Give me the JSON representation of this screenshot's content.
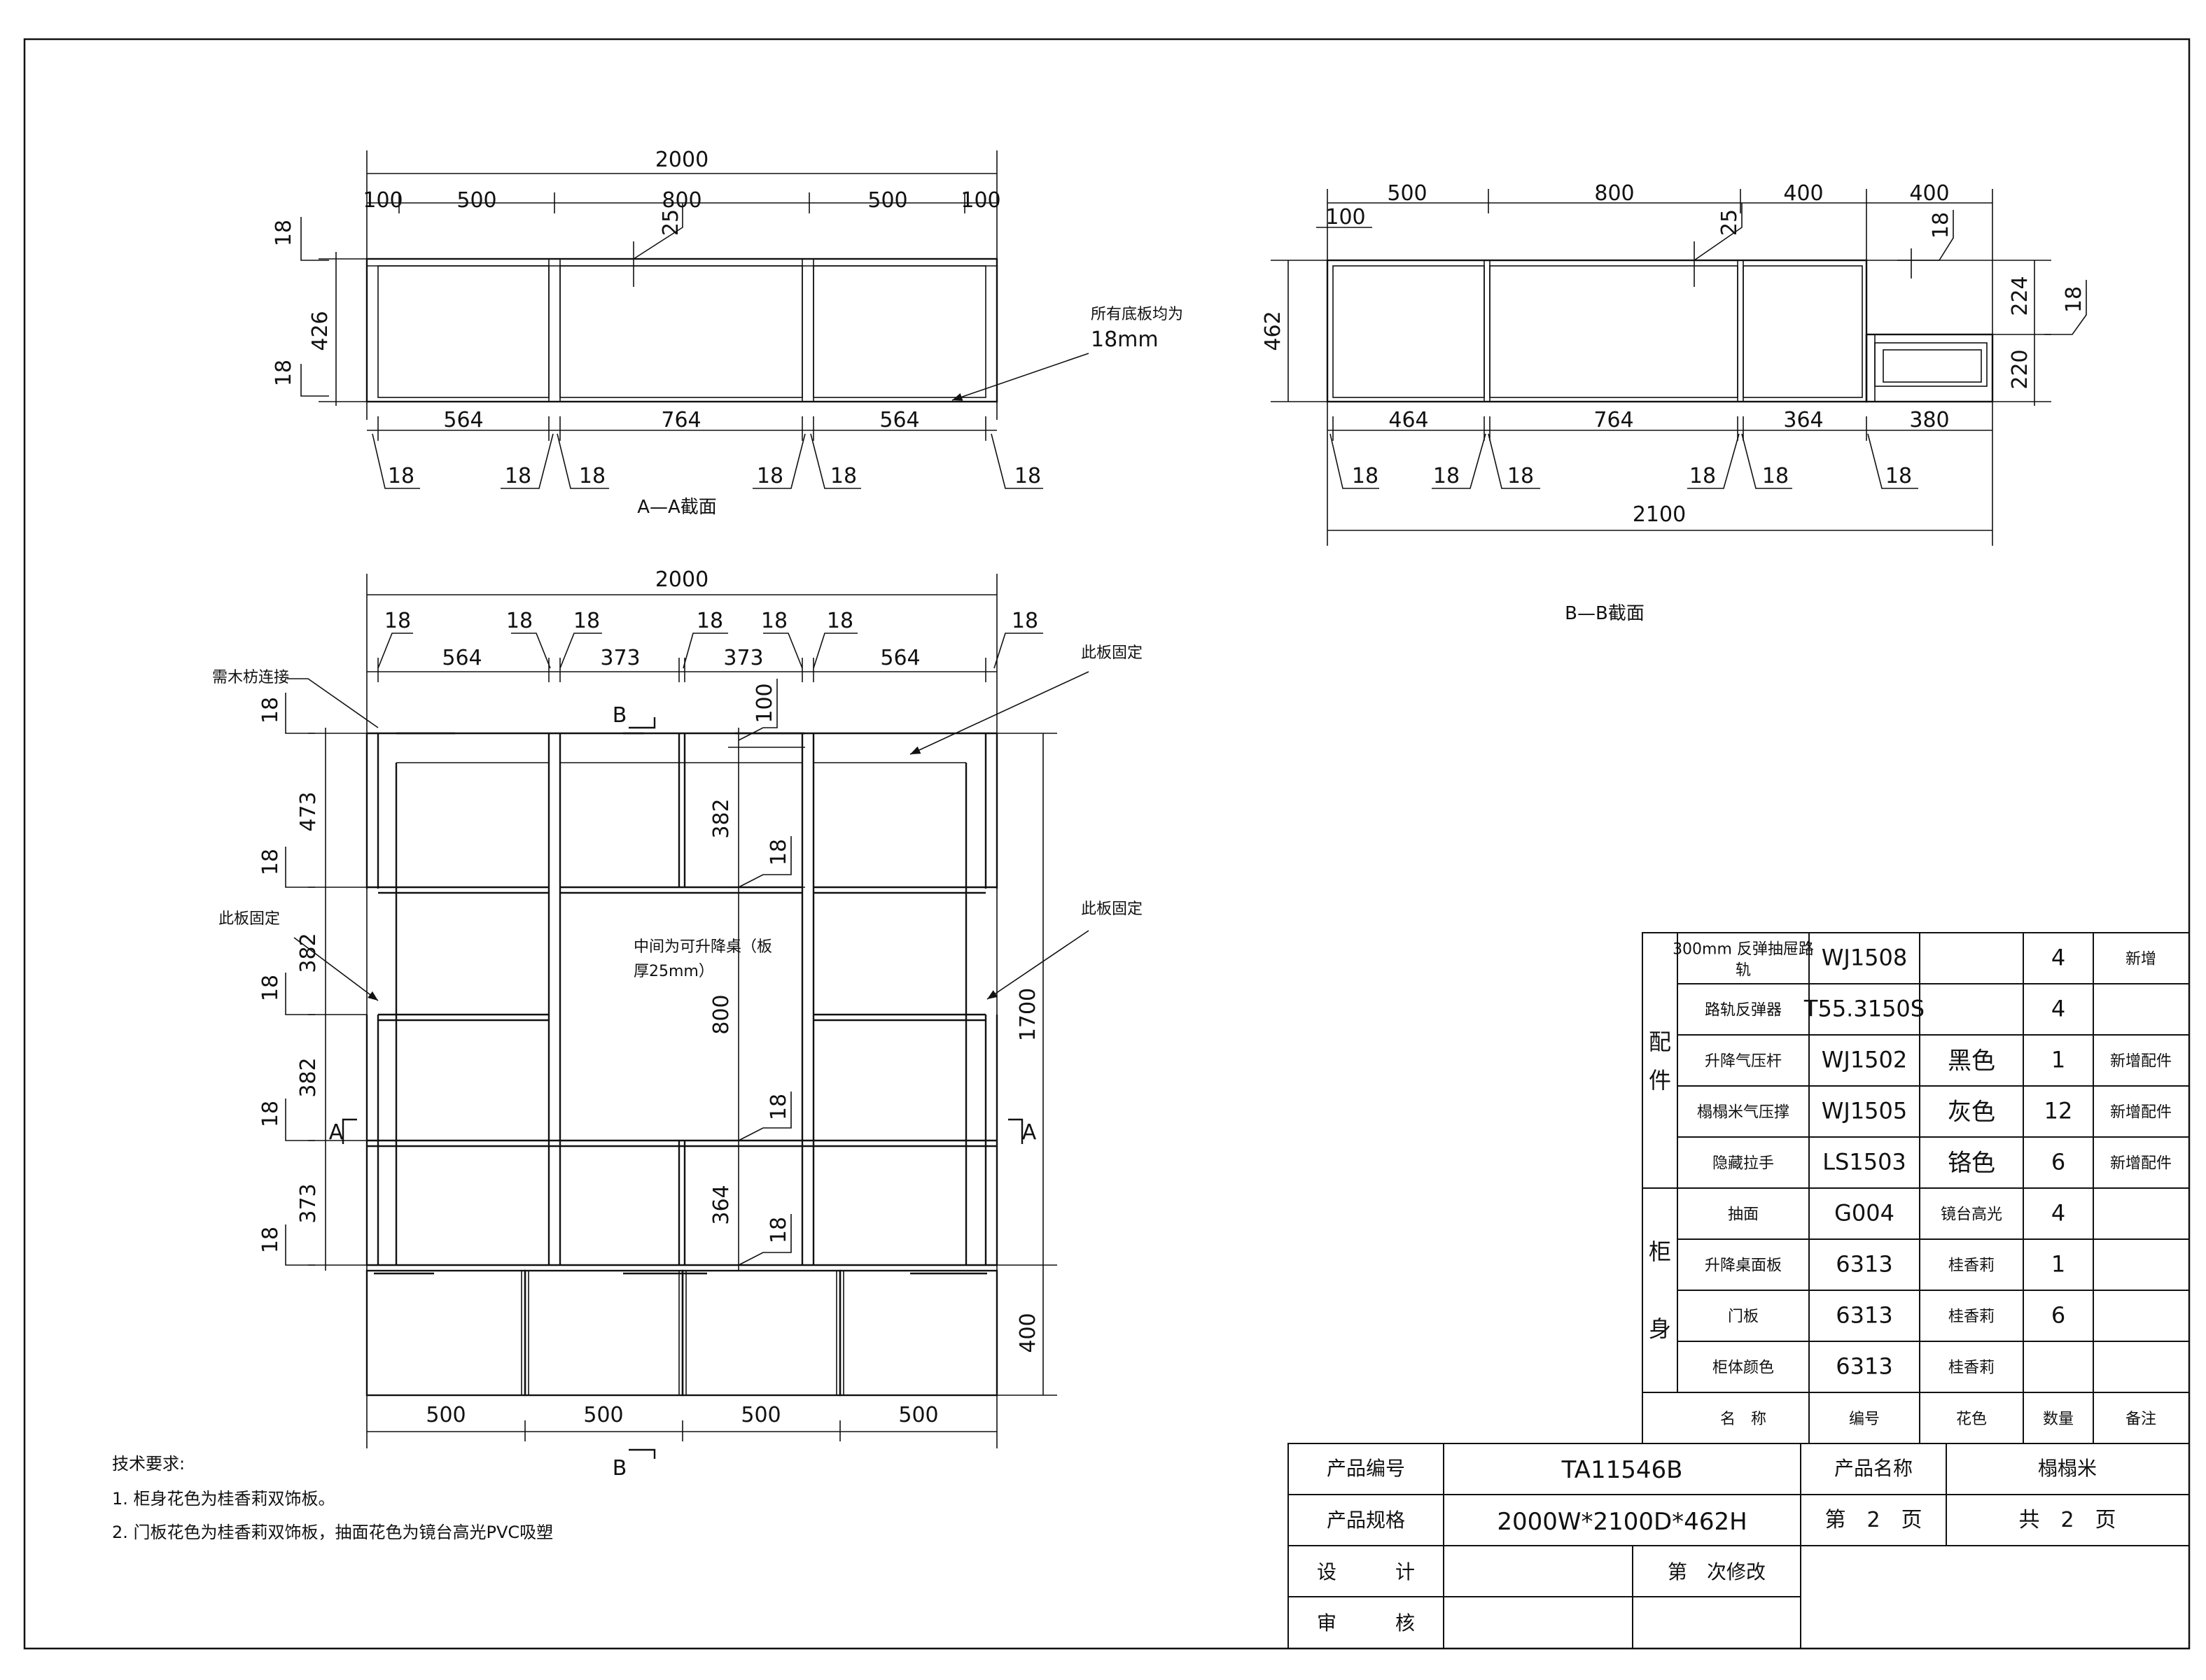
{
  "section_aa": {
    "dims_top": [
      "2000",
      "100",
      "500",
      "800",
      "500",
      "100"
    ],
    "dim_25": "25",
    "dims_left": [
      "18",
      "426",
      "18"
    ],
    "note_line1": "所有底板均为",
    "note_line2": "18mm",
    "dims_bottom": [
      "564",
      "764",
      "564"
    ],
    "dims_18": [
      "18",
      "18",
      "18",
      "18",
      "18",
      "18"
    ],
    "caption": "A—A截面"
  },
  "section_bb": {
    "dims_top": [
      "500",
      "800",
      "400",
      "400"
    ],
    "dim_100": "100",
    "dim_25": "25",
    "dim_18_top": "18",
    "dim_462": "462",
    "dims_right": [
      "224",
      "18",
      "220"
    ],
    "dims_bottom": [
      "464",
      "764",
      "364",
      "380"
    ],
    "dims_18": [
      "18",
      "18",
      "18",
      "18",
      "18",
      "18"
    ],
    "overall": "2100",
    "caption": "B—B截面"
  },
  "front_view": {
    "overall": "2000",
    "dims_18_top": [
      "18",
      "18",
      "18",
      "18",
      "18",
      "18",
      "18"
    ],
    "dims_widths": [
      "564",
      "373",
      "373",
      "564"
    ],
    "label_joint": "需木枋连接",
    "label_fixed_1": "此板固定",
    "label_fixed_2": "此板固定",
    "label_fixed_3": "此板固定",
    "label_center_1": "中间为可升降桌（板",
    "label_center_2": "厚25mm）",
    "section_b": "B",
    "section_a": "A",
    "dims_left": [
      "18",
      "473",
      "18",
      "382",
      "18",
      "382",
      "18",
      "373",
      "18"
    ],
    "dim_100": "100",
    "dim_382": "382",
    "dim_18_a": "18",
    "dim_800": "800",
    "dim_18_b": "18",
    "dim_364": "364",
    "dim_18_c": "18",
    "dim_1700": "1700",
    "dim_400": "400",
    "dims_bottom": [
      "500",
      "500",
      "500",
      "500"
    ]
  },
  "tech": {
    "title": "技术要求:",
    "line1": "1. 柜身花色为桂香莉双饰板。",
    "line2": "2. 门板花色为桂香莉双饰板，抽面花色为镜台高光PVC吸塑"
  },
  "bom": {
    "group1": [
      "配",
      "件"
    ],
    "group2": [
      "柜",
      "身"
    ],
    "rows": [
      {
        "name": "300mm 反弹抽屉路",
        "name2": "轨",
        "code": "WJ1508",
        "color": "",
        "qty": "4",
        "note": "新增"
      },
      {
        "name": "路轨反弹器",
        "name2": "",
        "code": "T55.3150S",
        "color": "",
        "qty": "4",
        "note": ""
      },
      {
        "name": "升降气压杆",
        "name2": "",
        "code": "WJ1502",
        "color": "黑色",
        "qty": "1",
        "note": "新增配件"
      },
      {
        "name": "榻榻米气压撑",
        "name2": "",
        "code": "WJ1505",
        "color": "灰色",
        "qty": "12",
        "note": "新增配件"
      },
      {
        "name": "隐藏拉手",
        "name2": "",
        "code": "LS1503",
        "color": "铬色",
        "qty": "6",
        "note": "新增配件"
      },
      {
        "name": "抽面",
        "name2": "",
        "code": "G004",
        "color": "镜台高光",
        "qty": "4",
        "note": ""
      },
      {
        "name": "升降桌面板",
        "name2": "",
        "code": "6313",
        "color": "桂香莉",
        "qty": "1",
        "note": ""
      },
      {
        "name": "门板",
        "name2": "",
        "code": "6313",
        "color": "桂香莉",
        "qty": "6",
        "note": ""
      },
      {
        "name": "柜体颜色",
        "name2": "",
        "code": "6313",
        "color": "桂香莉",
        "qty": "",
        "note": ""
      }
    ],
    "header": {
      "name": "名　称",
      "code": "编号",
      "color": "花色",
      "qty": "数量",
      "note": "备注"
    }
  },
  "title_block": {
    "code_label": "产品编号",
    "code_value": "TA11546B",
    "name_label": "产品名称",
    "name_value": "榻榻米",
    "spec_label": "产品规格",
    "spec_value": "2000W*2100D*462H",
    "page_label": "第　2　页",
    "total_label": "共　2　页",
    "design_label": "设　　　计",
    "review_label": "审　　　核",
    "revision_label": "第　次修改"
  }
}
